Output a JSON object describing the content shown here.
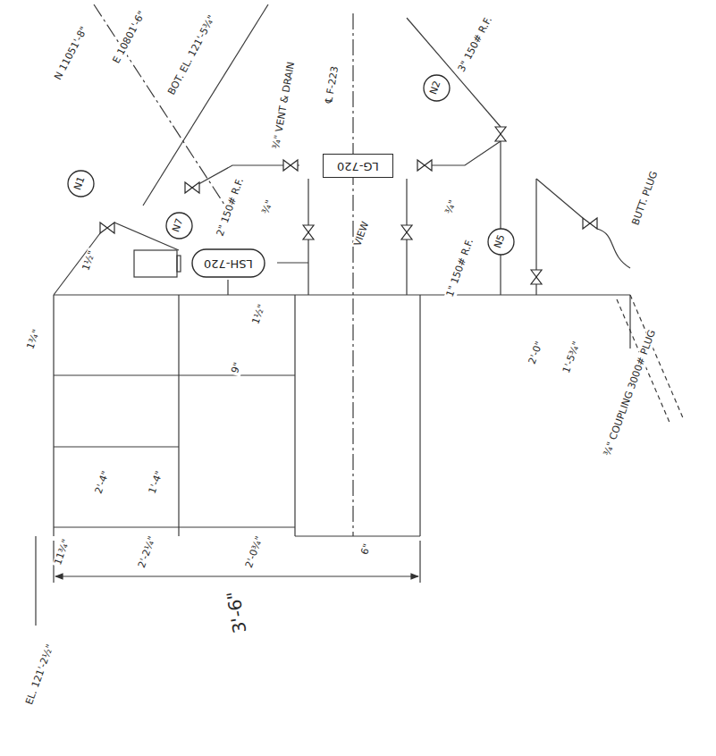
{
  "diagram": {
    "nodes": [
      {
        "text": [
          "LG-720"
        ]
      },
      {
        "text": [
          "LSH-720"
        ]
      },
      {
        "text": [
          "N7"
        ]
      },
      {
        "text": [
          "N2"
        ]
      },
      {
        "text": [
          "N5"
        ]
      },
      {
        "text": [
          "N1"
        ]
      }
    ],
    "labels": [
      "N 11051'-8\"",
      "E 10801'-6\"",
      "BOT. EL. 121'-5¾\"",
      "℄ F-223",
      "2\" 150# R.F.",
      "3\" 150# R.F.",
      "1\" 150# R.F.",
      "BUTT. PLUG",
      "VIEW",
      "¾\" VENT & DRAIN",
      "¾\" COUPLING 3000# PLUG",
      "1½\"",
      "1½\"",
      "¾\"",
      "¾\"",
      "11¾\"",
      "2'-2¼\"",
      "2'-0¾\"",
      "6\"",
      "9\"",
      "1'-4\"",
      "2'-4\"",
      "3'-6\"",
      "EL. 121'-2½\"",
      "1'-5¾\"",
      "2'-0\"",
      "1¾\""
    ]
  }
}
